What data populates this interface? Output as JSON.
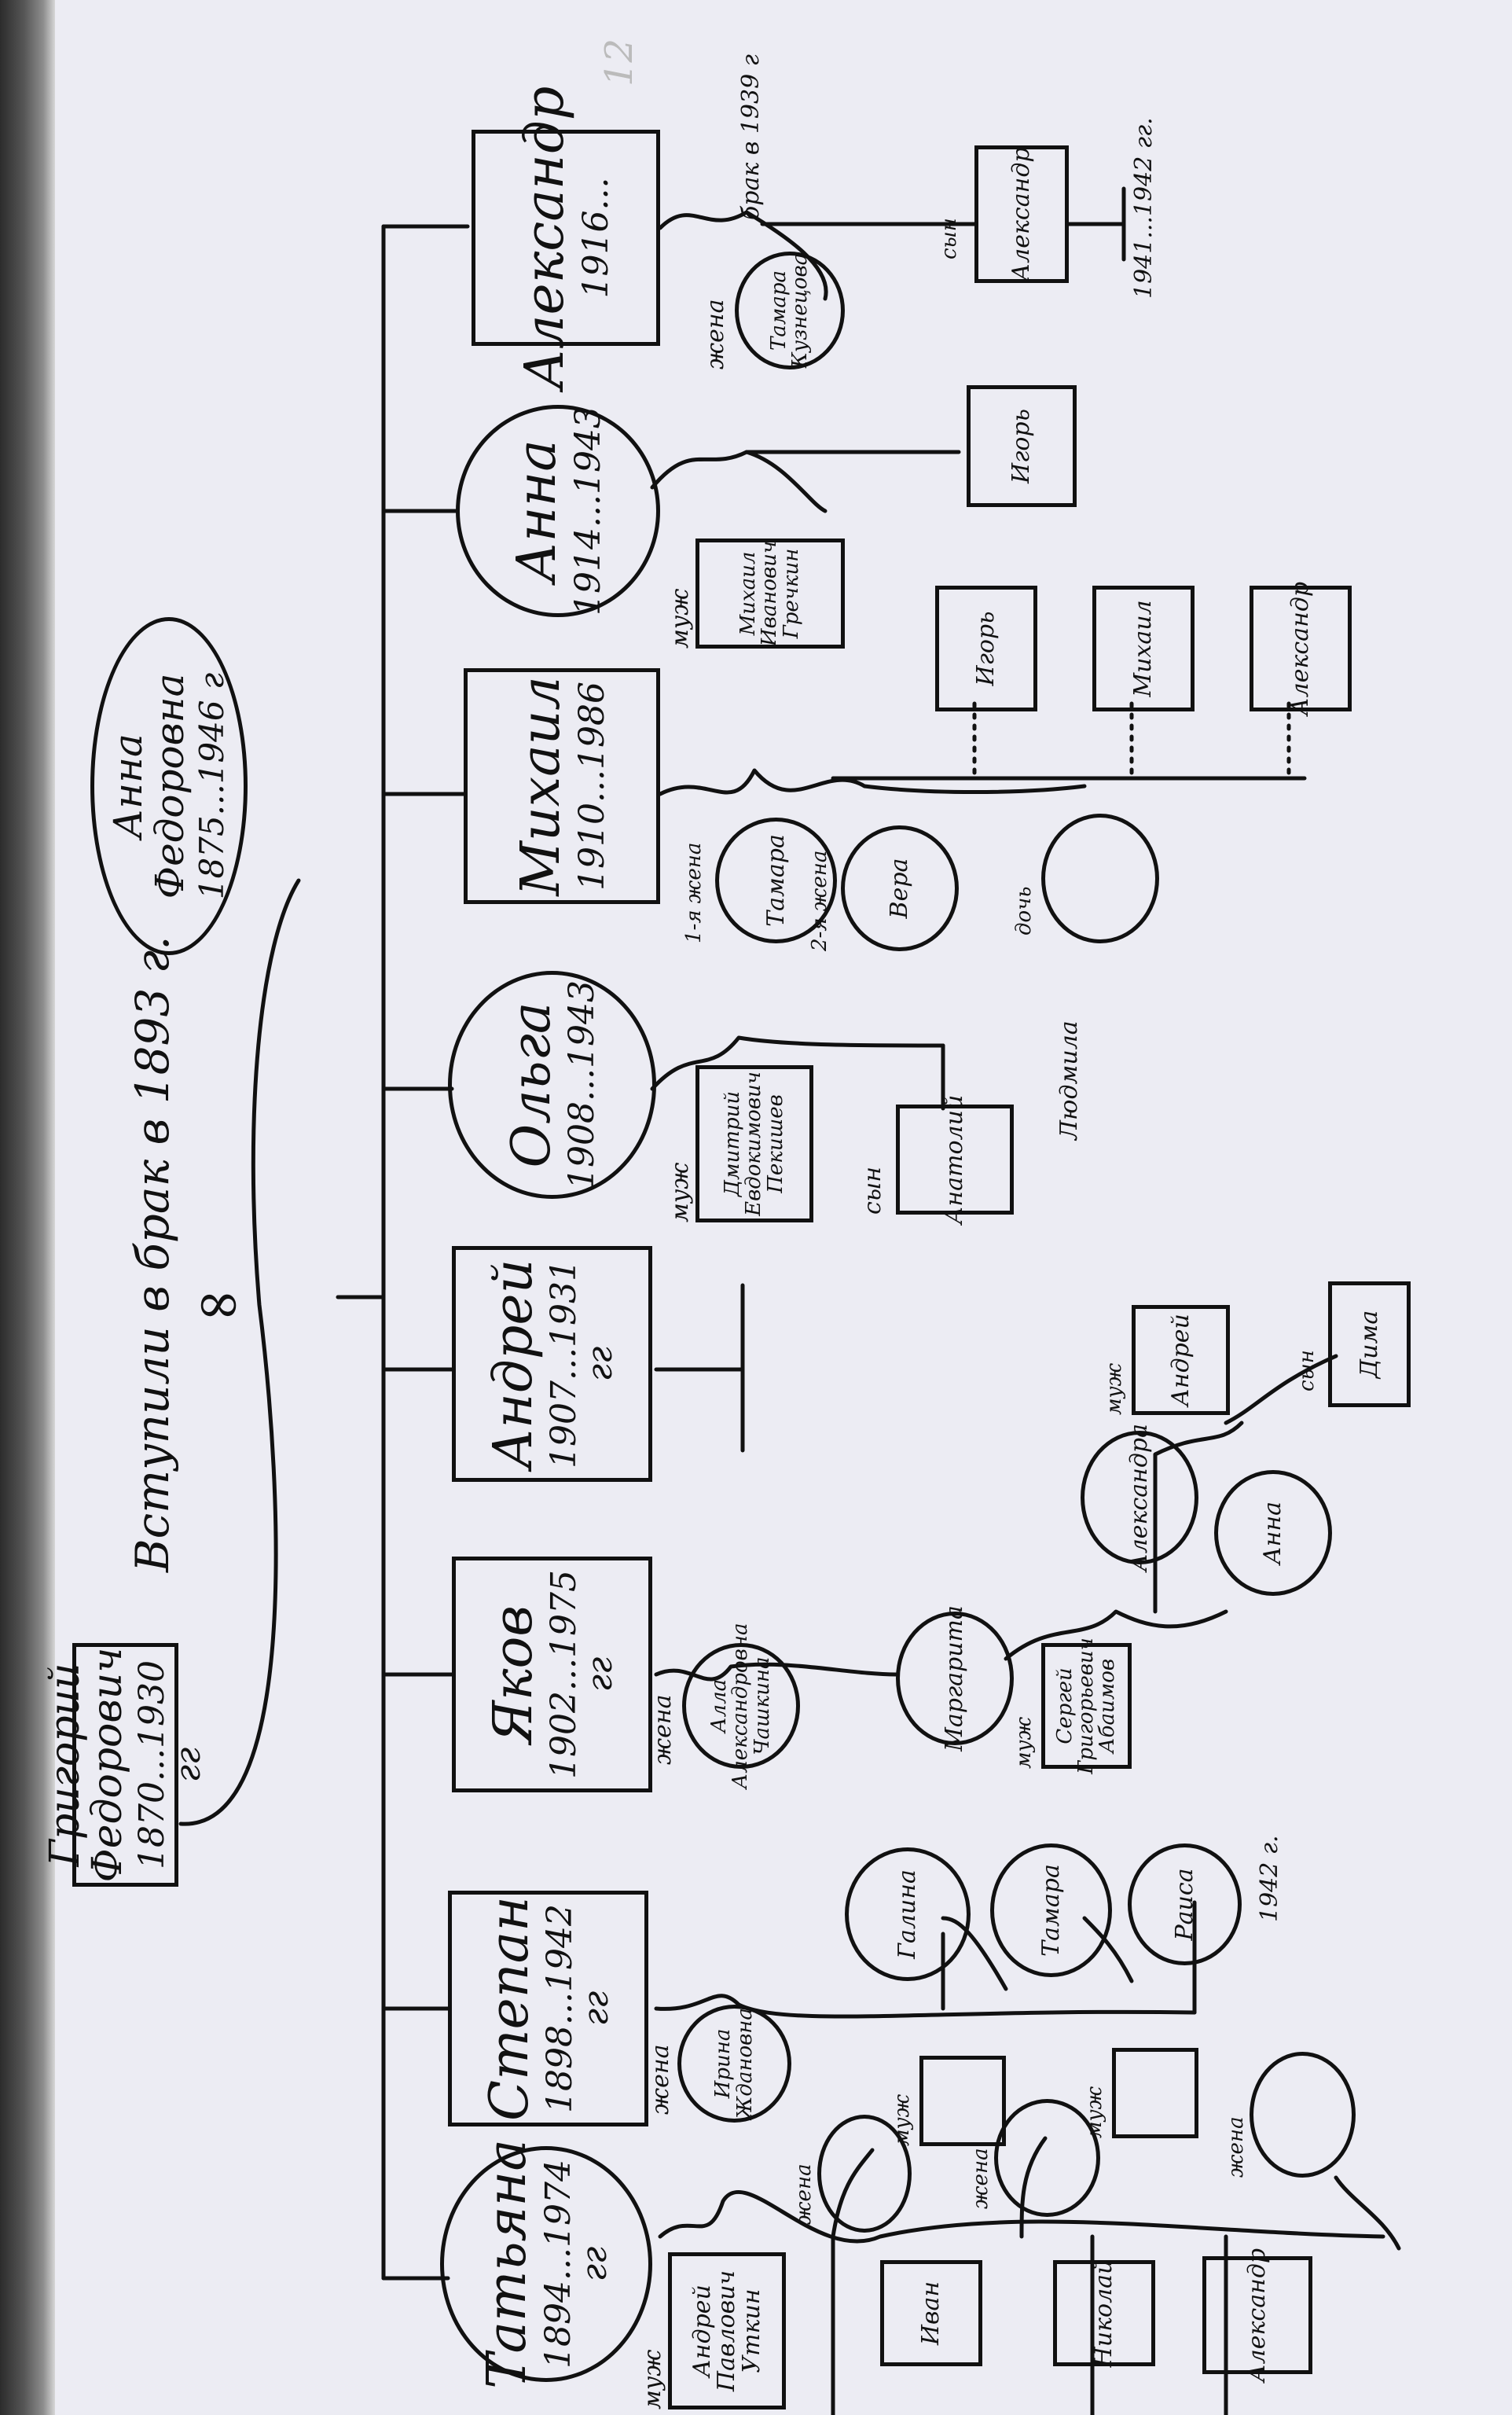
{
  "page_marker": "12",
  "caption": "Вступили в брак в 1893 г.",
  "ornament_icon": "marriage-rings-icon",
  "founders": {
    "husband": {
      "name": "Григорий Федорович",
      "dates": "1870...1930 гг"
    },
    "wife": {
      "name": "Анна Федоровна",
      "dates": "1875...1946 г"
    }
  },
  "children": [
    {
      "name": "Татьяна",
      "dates": "1894...1974 гг"
    },
    {
      "name": "Степан",
      "dates": "1898...1942 гг"
    },
    {
      "name": "Яков",
      "dates": "1902...1975 гг"
    },
    {
      "name": "Андрей",
      "dates": "1907...1931 гг"
    },
    {
      "name": "Ольга",
      "dates": "1908...1943"
    },
    {
      "name": "Михаил",
      "dates": "1910...1986"
    },
    {
      "name": "Анна",
      "dates": "1914...1943"
    },
    {
      "name": "Александр",
      "dates": "1916..."
    }
  ],
  "spouses": {
    "tatyana": {
      "role": "муж",
      "name": "Андрей Павлович Уткин"
    },
    "stepan": {
      "role": "жена",
      "name": "Ирина Ждановна"
    },
    "yakov": {
      "role": "жена",
      "name": "Алла Александровна Чашкина"
    },
    "olga": {
      "role": "муж",
      "name": "Дмитрий Евдокимович Пекишев"
    },
    "mikhail_1": {
      "role": "1-я жена",
      "name": "Тамара"
    },
    "mikhail_2": {
      "role": "2-я жена",
      "name": "Вера"
    },
    "mikhail_3": {
      "role": "дочь",
      "name": "Людмила"
    },
    "anna": {
      "role": "муж",
      "name": "Михаил Иванович Гречкин"
    },
    "alexandr": {
      "role": "жена",
      "name": "Тамара Кузнецова"
    },
    "alexandr_note": "брак в 1939 г"
  },
  "grandchildren": {
    "ivan": "Иван",
    "nikolay": "Николай",
    "alexandr_t": "Александр",
    "galina": "Галина",
    "tamara": "Тамара",
    "raisa": "Раиса",
    "raisa_note": "1942 г.",
    "margarita": "Маргарита",
    "margarita_husband_role": "муж",
    "margarita_husband": "Сергей Григорьевич Абаимов",
    "alexandra_m": "Александра",
    "anna_m": "Анна",
    "andrey_role": "муж",
    "andrey": "Андрей",
    "dima_role": "сын",
    "dima": "Дима",
    "anatoly_role": "сын",
    "anatoly": "Анатолий",
    "igor1": "Игорь",
    "mikhail_g": "Михаил",
    "alexandr_g": "Александр",
    "igor2": "Игорь",
    "alexandr_son_role": "сын",
    "alexandr_son": "Александр",
    "alexandr_son_dates": "1941...1942 гг.",
    "muzh": "муж",
    "zhena": "жена"
  }
}
